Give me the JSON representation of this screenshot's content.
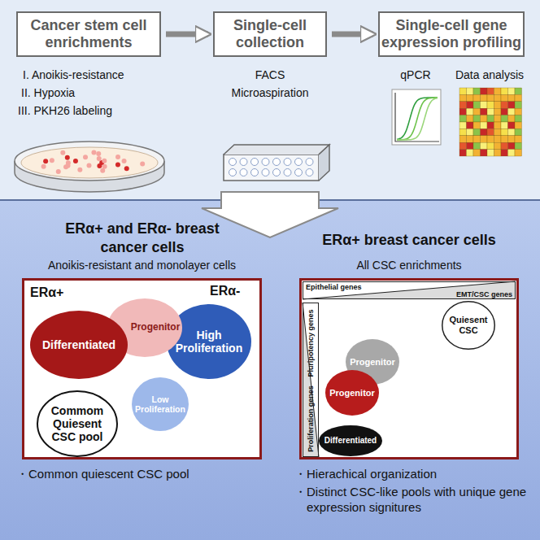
{
  "diagram": {
    "nodes": [
      {
        "text": [
          "Cancer stem cell enrichments"
        ]
      },
      {
        "text": [
          "Single-cell collection"
        ]
      },
      {
        "text": [
          "Single-cell gene expression profiling"
        ]
      },
      {
        "text": [
          "Anoikis-resistant and monolayer cells"
        ]
      },
      {
        "text": [
          "Differentiated"
        ],
        "in": 3
      },
      {
        "text": [
          "Progenitor"
        ],
        "in": 3
      },
      {
        "text": [
          "Commom Quiesent CSC pool"
        ],
        "in": 3
      },
      {
        "text": [
          "Low Proliferation"
        ],
        "in": 3
      },
      {
        "text": [
          "High Proliferation"
        ],
        "in": 3
      },
      {
        "text": [
          "All CSC enrichments"
        ]
      },
      {
        "text": [
          "Epithelial genes",
          "EMT/CSC genes"
        ],
        "in": 9
      },
      {
        "text": [
          "Pluripotency genes",
          "Proliferation genes"
        ],
        "in": 9
      },
      {
        "text": [
          "Progenitor"
        ],
        "in": 9
      },
      {
        "text": [
          "Quiesent CSC"
        ],
        "in": 9
      },
      {
        "text": [
          "Progenitor"
        ],
        "in": 9
      },
      {
        "text": [
          "Differentiated"
        ],
        "in": 9
      }
    ],
    "edges": [
      {
        "from": 0,
        "to": 1,
        "arrow": "to"
      },
      {
        "from": 1,
        "to": 2,
        "arrow": "to"
      },
      {
        "from": 6,
        "to": 4,
        "arrow": "to"
      },
      {
        "from": 6,
        "to": 7,
        "arrow": "to"
      },
      {
        "from": 7,
        "to": 8,
        "arrow": "to"
      },
      {
        "from": 13,
        "to": 12,
        "arrow": "to"
      },
      {
        "from": 12,
        "to": 14,
        "arrow": "to"
      },
      {
        "from": 14,
        "to": 15,
        "arrow": "to"
      }
    ],
    "labels": [
      "I. Anoikis-resistance",
      "II. Hypoxia",
      "III. PKH26 labeling",
      "FACS",
      "Microaspiration",
      "qPCR",
      "Data analysis",
      "ERα+ and ERα- breast cancer cells",
      "ERα+",
      "ERα-",
      "・Common quiescent CSC pool",
      "ERα+ breast cancer cells",
      "・Hierachical organization",
      "・Distinct CSC-like pools with unique gene expression signitures"
    ]
  }
}
